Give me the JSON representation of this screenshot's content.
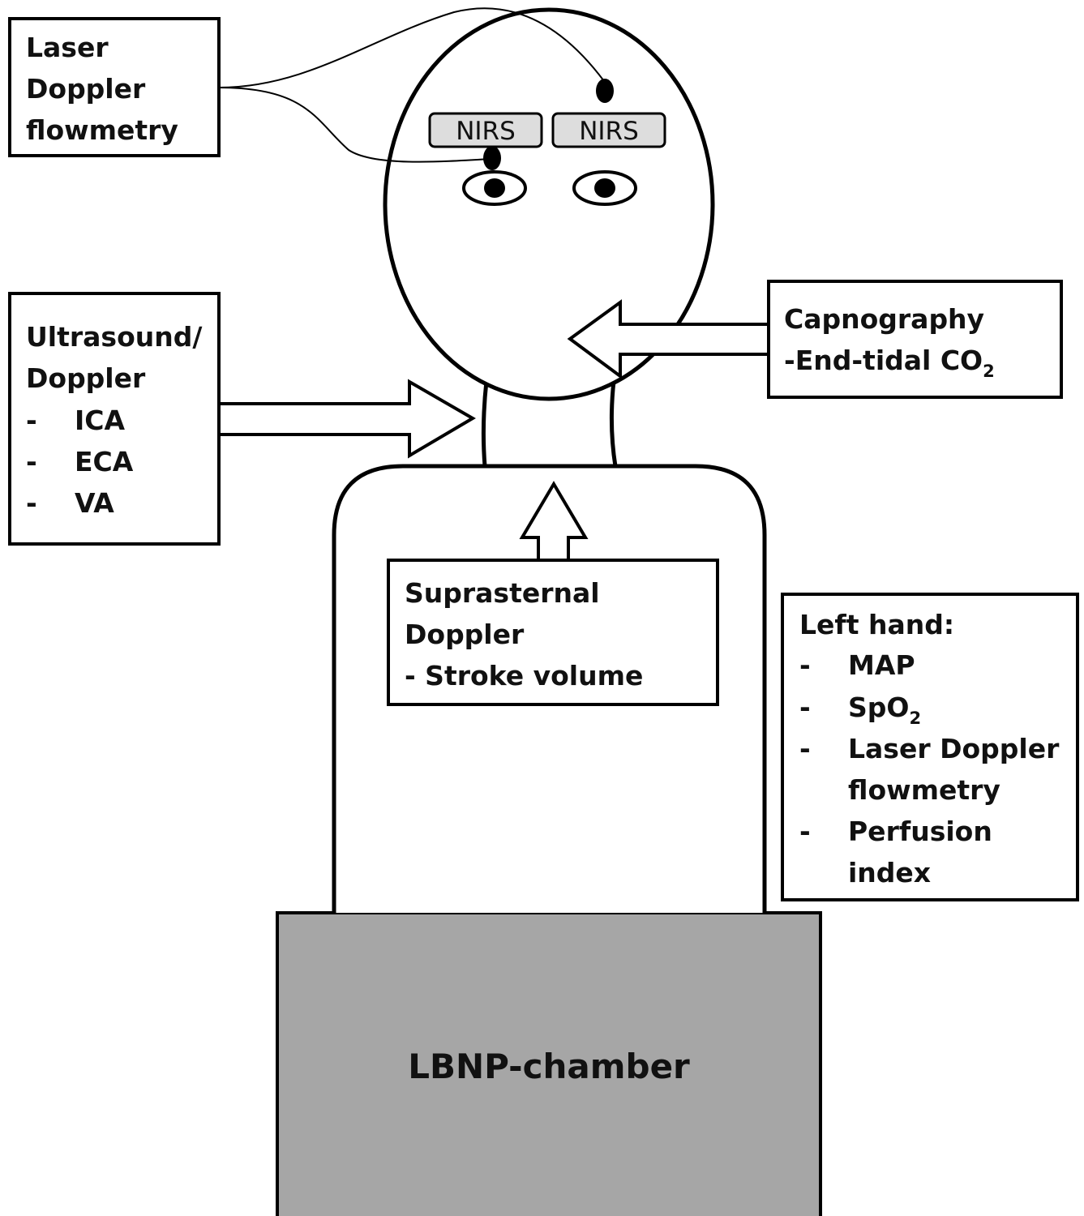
{
  "colors": {
    "stroke": "#000000",
    "nirs_fill": "#dddddd",
    "chamber_fill": "#a6a6a6",
    "background": "#ffffff"
  },
  "laser_doppler_box": {
    "lines": [
      "Laser",
      "Doppler",
      "flowmetry"
    ]
  },
  "nirs": {
    "left": "NIRS",
    "right": "NIRS"
  },
  "ultrasound_box": {
    "lines": [
      "Ultrasound/",
      "Doppler"
    ],
    "bullet": "-",
    "items": [
      "ICA",
      "ECA",
      "VA"
    ]
  },
  "capnography_box": {
    "line1": "Capnography",
    "line2_main": "-End-tidal CO",
    "line2_sub": "2"
  },
  "suprasternal_box": {
    "lines": [
      "Suprasternal",
      "Doppler",
      "- Stroke volume"
    ]
  },
  "left_hand_box": {
    "title": "Left hand:",
    "bullet": "-",
    "item_map": "MAP",
    "item_spo2_main": "SpO",
    "item_spo2_sub": "2",
    "item_ldf_1": "Laser Doppler",
    "item_ldf_2": "flowmetry",
    "item_pi_1": "Perfusion",
    "item_pi_2": "index"
  },
  "chamber": {
    "label": "LBNP-chamber"
  }
}
